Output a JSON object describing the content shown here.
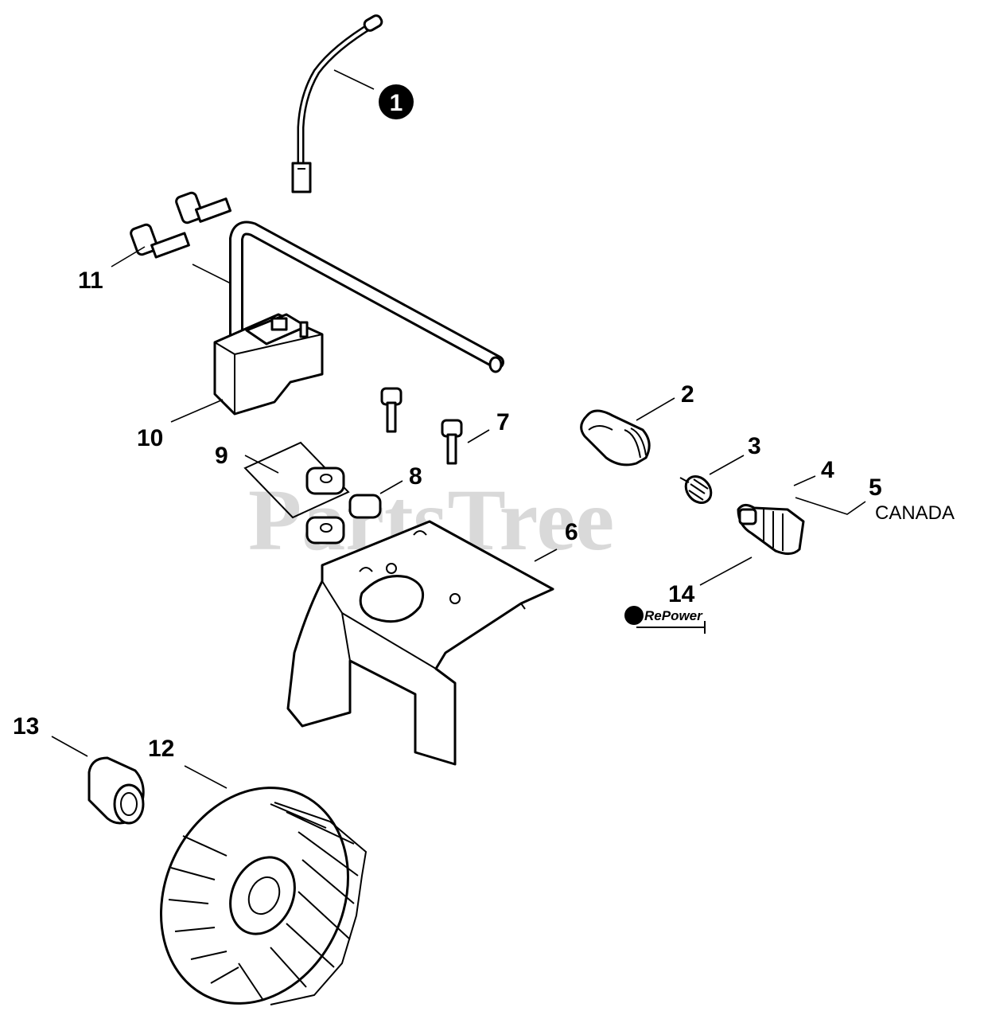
{
  "watermark": "PartsTree",
  "callouts": {
    "c1": "1",
    "c2": "2",
    "c3": "3",
    "c4": "4",
    "c5": "5",
    "c6": "6",
    "c7": "7",
    "c8": "8",
    "c9": "9",
    "c10": "10",
    "c11": "11",
    "c12": "12",
    "c13": "13",
    "c14": "14"
  },
  "note_canada": "CANADA",
  "repower_logo": "RePower",
  "colors": {
    "line": "#000000",
    "watermark": "#d9d9d9",
    "background": "#ffffff"
  }
}
